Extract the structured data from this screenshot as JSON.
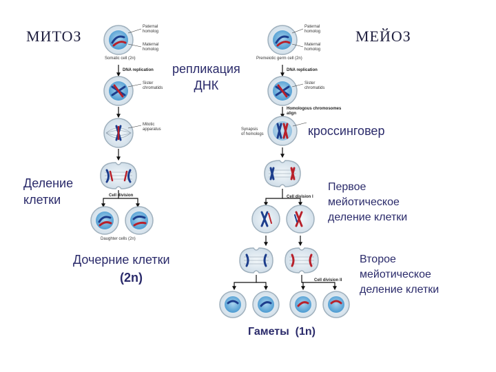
{
  "titles": {
    "mitosis": "МИТОЗ",
    "meiosis": "МЕЙОЗ"
  },
  "labels": {
    "dna_replication_ru": [
      "репликация",
      "ДНК"
    ],
    "crossing_over_ru": "кроссинговер",
    "cell_division_ru": [
      "Деление",
      "клетки"
    ],
    "first_division_ru": [
      "Первое",
      "мейотическое",
      "деление клетки"
    ],
    "second_division_ru": [
      "Второе",
      "мейотическое",
      "деление клетки"
    ],
    "daughter_cells_ru": "Дочерние клетки",
    "daughter_cells_ploidy": "(2n)",
    "gametes_ru": "Гаметы  (1n)"
  },
  "small_labels": {
    "paternal_homolog": [
      "Paternal",
      "homolog"
    ],
    "maternal_homolog": [
      "Maternal",
      "homolog"
    ],
    "somatic_cell": "Somatic cell (2n)",
    "premeiotic_cell": "Premeiotic germ cell (2n)",
    "dna_replication": "DNA replication",
    "sister_chromatids": [
      "Sister",
      "chromatids"
    ],
    "mitotic_apparatus": [
      "Mitotic",
      "apparatus"
    ],
    "homologous_align": [
      "Homologous chromosomes",
      "align"
    ],
    "synapsis": [
      "Synapsis",
      "of homologs"
    ],
    "cell_division": "Cell division",
    "cell_division_1": "Cell division I",
    "cell_division_2": "Cell division II",
    "daughter_cells": "Daughter cells (2n)"
  },
  "colors": {
    "paternal": "#1c3d8c",
    "maternal": "#b8202a",
    "cell_fill": "#e4eef4",
    "cell_border": "#9fb0bd",
    "nucleus_fill": "#6fb2dc",
    "text_blue": "#2a2a6a"
  }
}
